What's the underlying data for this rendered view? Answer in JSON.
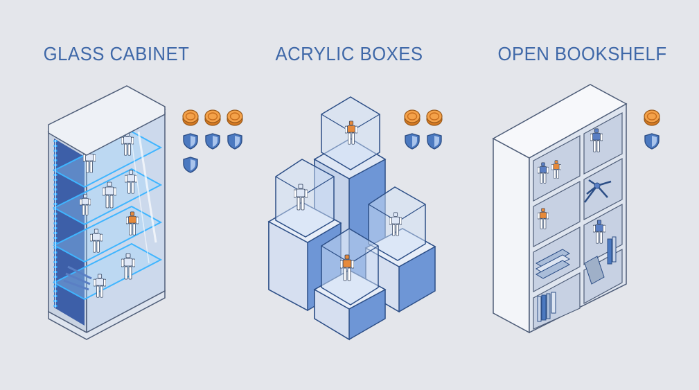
{
  "options": [
    {
      "id": "glass",
      "title": "GLASS CABINET",
      "cost": 3,
      "protection": 4
    },
    {
      "id": "acrylic",
      "title": "ACRYLIC BOXES",
      "cost": 2,
      "protection": 2
    },
    {
      "id": "bookshelf",
      "title": "OPEN BOOKSHELF",
      "cost": 1,
      "protection": 1
    }
  ],
  "colors": {
    "background": "#e4e6eb",
    "title": "#3f68a8",
    "coin": "#f0963a",
    "shield": "#4b79c0",
    "led": "#2fa7ff",
    "figure_orange": "#e78a3a",
    "figure_blue": "#5a7fc4"
  },
  "icons": {
    "cost": "coin-icon",
    "protection": "shield-icon"
  }
}
